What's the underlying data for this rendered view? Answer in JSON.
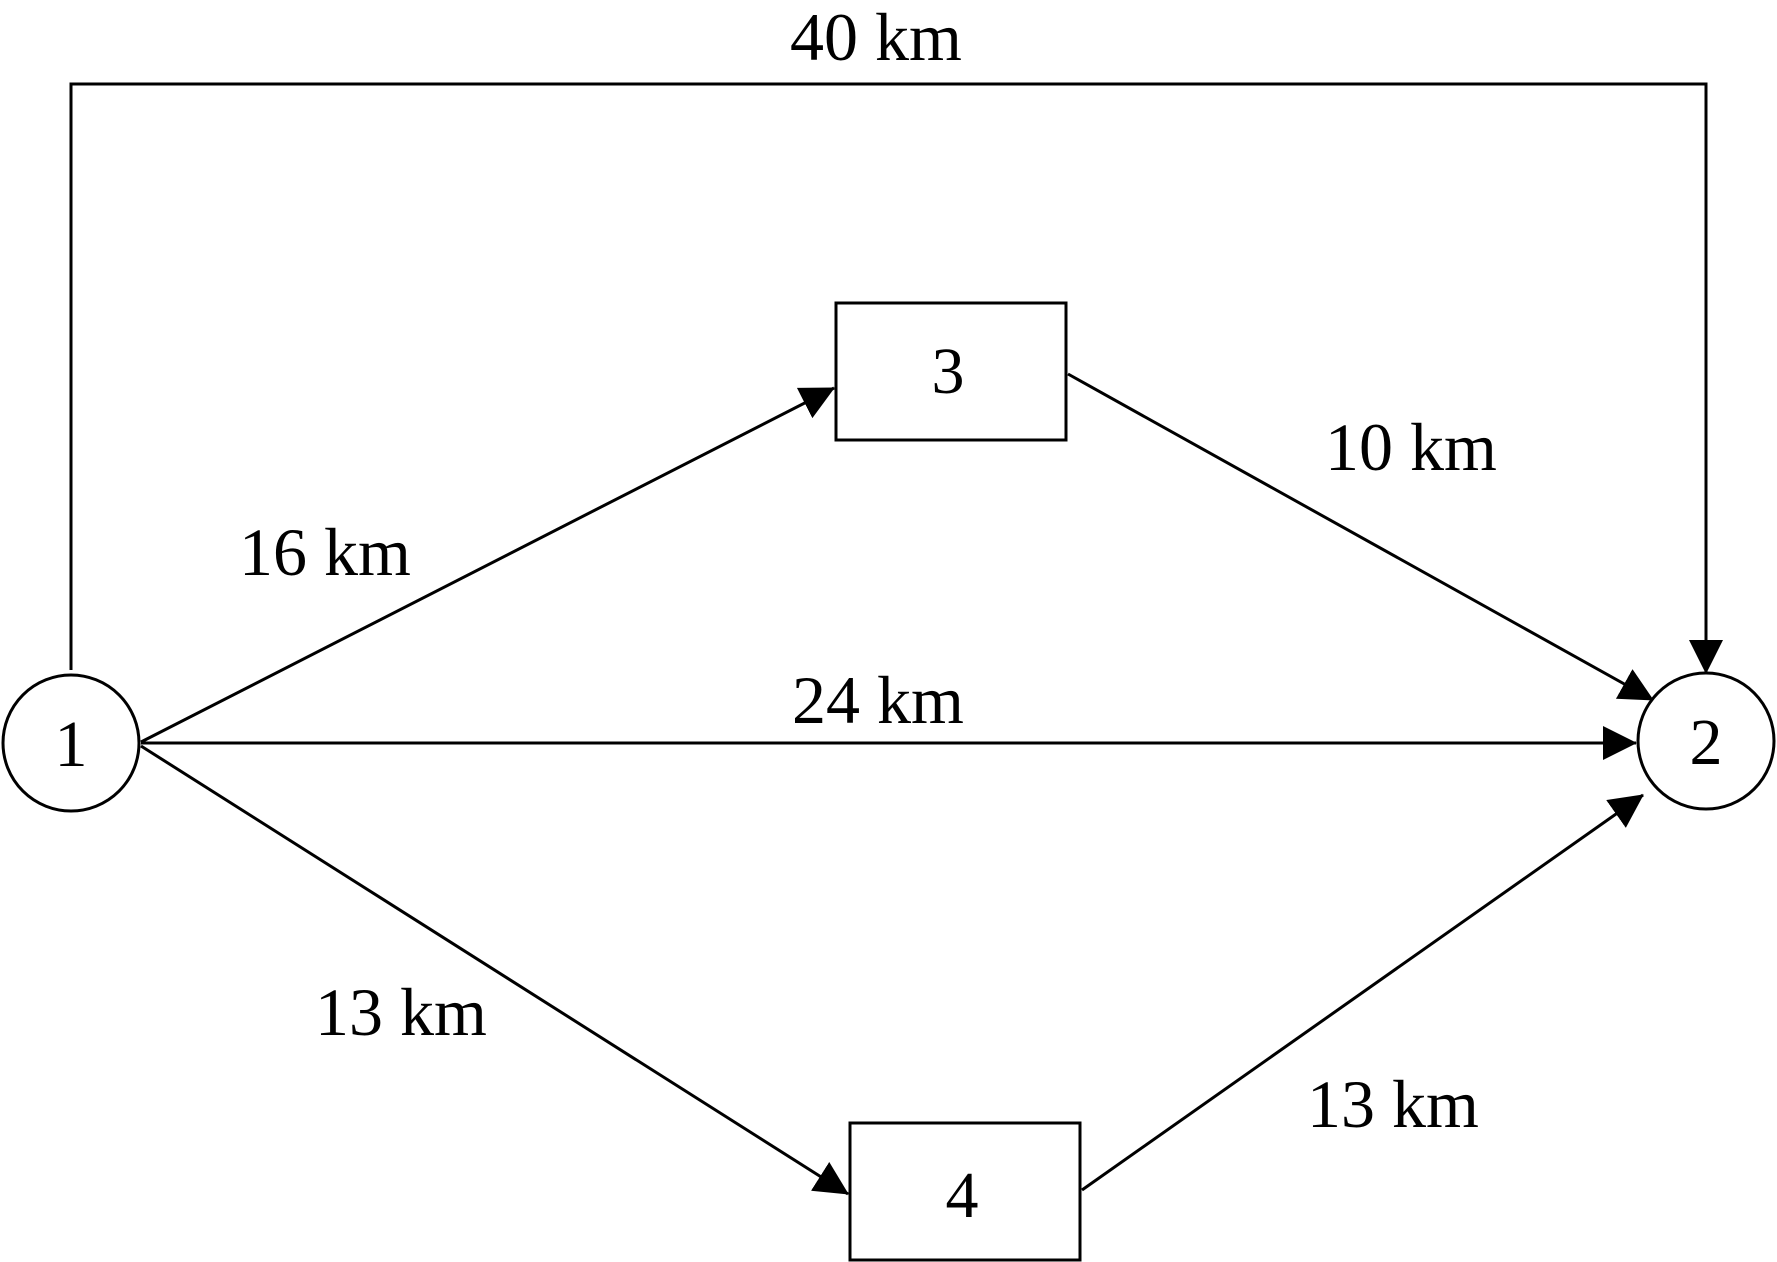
{
  "nodes": [
    {
      "id": "1",
      "label": "1",
      "shape": "circle"
    },
    {
      "id": "2",
      "label": "2",
      "shape": "circle"
    },
    {
      "id": "3",
      "label": "3",
      "shape": "rect"
    },
    {
      "id": "4",
      "label": "4",
      "shape": "rect"
    }
  ],
  "edges": [
    {
      "from": "1",
      "to": "2",
      "label": "40 km"
    },
    {
      "from": "1",
      "to": "3",
      "label": "16 km"
    },
    {
      "from": "3",
      "to": "2",
      "label": "10 km"
    },
    {
      "from": "1",
      "to": "2",
      "label": "24 km"
    },
    {
      "from": "1",
      "to": "4",
      "label": "13 km"
    },
    {
      "from": "4",
      "to": "2",
      "label": "13 km"
    }
  ],
  "colors": {
    "line": "#000000",
    "background": "#ffffff"
  }
}
